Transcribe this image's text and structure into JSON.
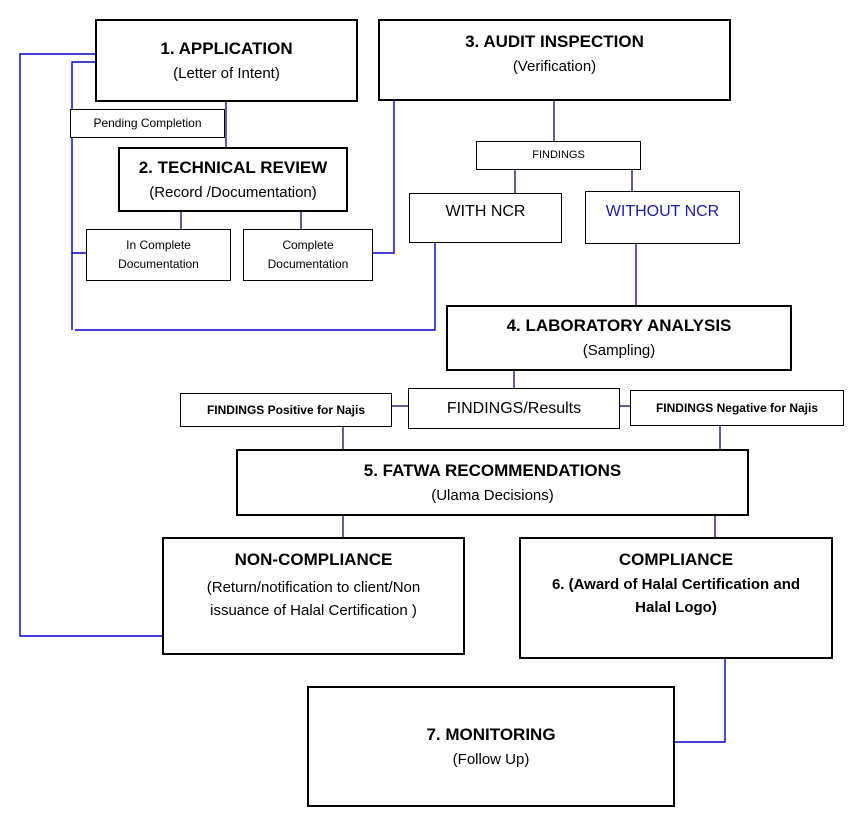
{
  "boxes": {
    "application": {
      "title": "1.   APPLICATION",
      "subtitle": "(Letter of Intent)"
    },
    "pending": {
      "label": "Pending Completion"
    },
    "technical_review": {
      "title": "2. TECHNICAL REVIEW",
      "subtitle": "(Record /Documentation)"
    },
    "incomplete_doc": {
      "line1": "In Complete",
      "line2": "Documentation"
    },
    "complete_doc": {
      "line1": "Complete",
      "line2": "Documentation"
    },
    "audit_inspection": {
      "title": "3. AUDIT INSPECTION",
      "subtitle": "(Verification)"
    },
    "findings": {
      "label": "FINDINGS"
    },
    "with_ncr": {
      "label": "WITH NCR"
    },
    "without_ncr": {
      "label": "WITHOUT NCR"
    },
    "laboratory": {
      "title": "4.  LABORATORY ANALYSIS",
      "subtitle": "(Sampling)"
    },
    "findings_positive": {
      "label": "FINDINGS Positive for Najis"
    },
    "findings_results": {
      "label": "FINDINGS/Results"
    },
    "findings_negative": {
      "label": "FINDINGS Negative for Najis"
    },
    "fatwa": {
      "title": "5.  FATWA RECOMMENDATIONS",
      "subtitle": "(Ulama Decisions)"
    },
    "non_compliance": {
      "title": "NON-COMPLIANCE",
      "line1": "(Return/notification to client/Non",
      "line2": "issuance of Halal Certification )"
    },
    "compliance": {
      "title": "COMPLIANCE",
      "line1": "6.  (Award of Halal Certification and",
      "line2": "Halal  Logo)"
    },
    "monitoring": {
      "title": "7.  MONITORING",
      "subtitle": "(Follow Up)"
    }
  },
  "colors": {
    "connector_blue": "#0000cc",
    "connector_dark": "#1a1a6e",
    "border": "#000000",
    "without_ncr_text": "#1c1ca8"
  }
}
